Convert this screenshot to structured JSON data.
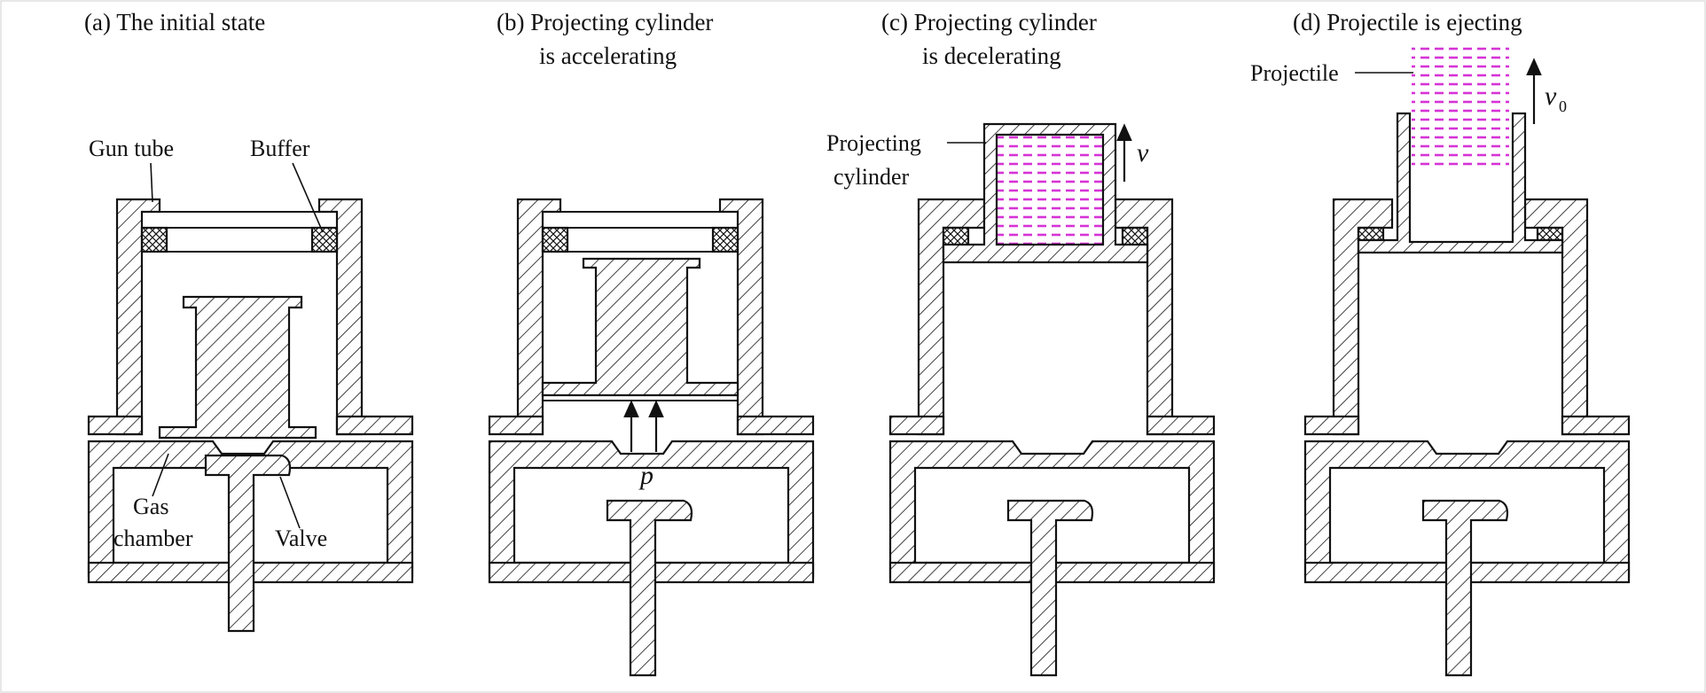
{
  "panels": [
    {
      "caption_line1": "(a) The initial state",
      "caption_line2": ""
    },
    {
      "caption_line1": "(b) Projecting cylinder",
      "caption_line2": "is accelerating"
    },
    {
      "caption_line1": "(c) Projecting cylinder",
      "caption_line2": "is decelerating"
    },
    {
      "caption_line1": "(d) Projectile is ejecting",
      "caption_line2": ""
    }
  ],
  "labels": {
    "gun_tube": "Gun tube",
    "buffer": "Buffer",
    "gas_line1": "Gas",
    "gas_line2": "chamber",
    "valve": "Valve",
    "projecting_line1": "Projecting",
    "projecting_line2": "cylinder",
    "projectile": "Projectile"
  },
  "symbols": {
    "pressure": "p",
    "velocity": "v",
    "exit_velocity": "v",
    "exit_velocity_subscript": "0"
  },
  "colors": {
    "projectile_fill": "#d633d6",
    "line": "#111111"
  }
}
